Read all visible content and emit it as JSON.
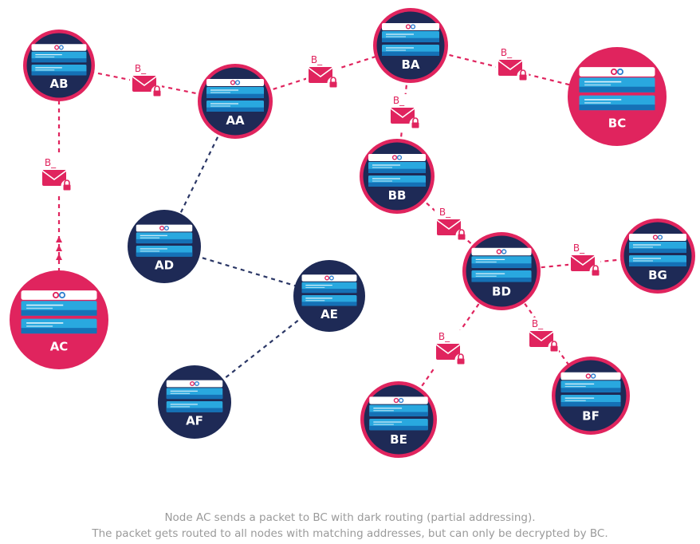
{
  "colors": {
    "pink": "#e0245e",
    "navy": "#1e2a56",
    "dark_link": "#2b3766",
    "server_light": "#29a8df",
    "server_dark": "#1571b6",
    "caption": "#9a9a9a"
  },
  "icons": {
    "server": "server-icon",
    "envelope": "envelope-icon",
    "lock": "lock-icon"
  },
  "nodes": [
    {
      "id": "AB",
      "label": "AB",
      "ring": "pink"
    },
    {
      "id": "AA",
      "label": "AA",
      "ring": "pink"
    },
    {
      "id": "BA",
      "label": "BA",
      "ring": "pink"
    },
    {
      "id": "BC",
      "label": "BC",
      "ring": "pink",
      "destination": true
    },
    {
      "id": "AC",
      "label": "AC",
      "ring": "pink",
      "source": true
    },
    {
      "id": "AD",
      "label": "AD",
      "ring": "navy"
    },
    {
      "id": "AE",
      "label": "AE",
      "ring": "navy"
    },
    {
      "id": "AF",
      "label": "AF",
      "ring": "navy"
    },
    {
      "id": "BB",
      "label": "BB",
      "ring": "pink"
    },
    {
      "id": "BD",
      "label": "BD",
      "ring": "pink"
    },
    {
      "id": "BG",
      "label": "BG",
      "ring": "pink"
    },
    {
      "id": "BE",
      "label": "BE",
      "ring": "pink"
    },
    {
      "id": "BF",
      "label": "BF",
      "ring": "pink"
    }
  ],
  "links": [
    {
      "from": "AC",
      "to": "AB",
      "style": "pink",
      "packet": "B_"
    },
    {
      "from": "AB",
      "to": "AA",
      "style": "pink",
      "packet": "B_"
    },
    {
      "from": "AA",
      "to": "BA",
      "style": "pink",
      "packet": "B_"
    },
    {
      "from": "BA",
      "to": "BC",
      "style": "pink",
      "packet": "B_"
    },
    {
      "from": "BA",
      "to": "BB",
      "style": "pink",
      "packet": "B_"
    },
    {
      "from": "BB",
      "to": "BD",
      "style": "pink",
      "packet": "B_"
    },
    {
      "from": "BD",
      "to": "BG",
      "style": "pink",
      "packet": "B_"
    },
    {
      "from": "BD",
      "to": "BE",
      "style": "pink",
      "packet": "B_"
    },
    {
      "from": "BD",
      "to": "BF",
      "style": "pink",
      "packet": "B_"
    },
    {
      "from": "AA",
      "to": "AD",
      "style": "navy"
    },
    {
      "from": "AD",
      "to": "AE",
      "style": "navy"
    },
    {
      "from": "AE",
      "to": "AF",
      "style": "navy"
    }
  ],
  "caption": {
    "line1": "Node AC sends a packet to BC with dark routing (partial addressing).",
    "line2": "The packet gets routed to all nodes with matching addresses, but can only be decrypted by BC."
  }
}
